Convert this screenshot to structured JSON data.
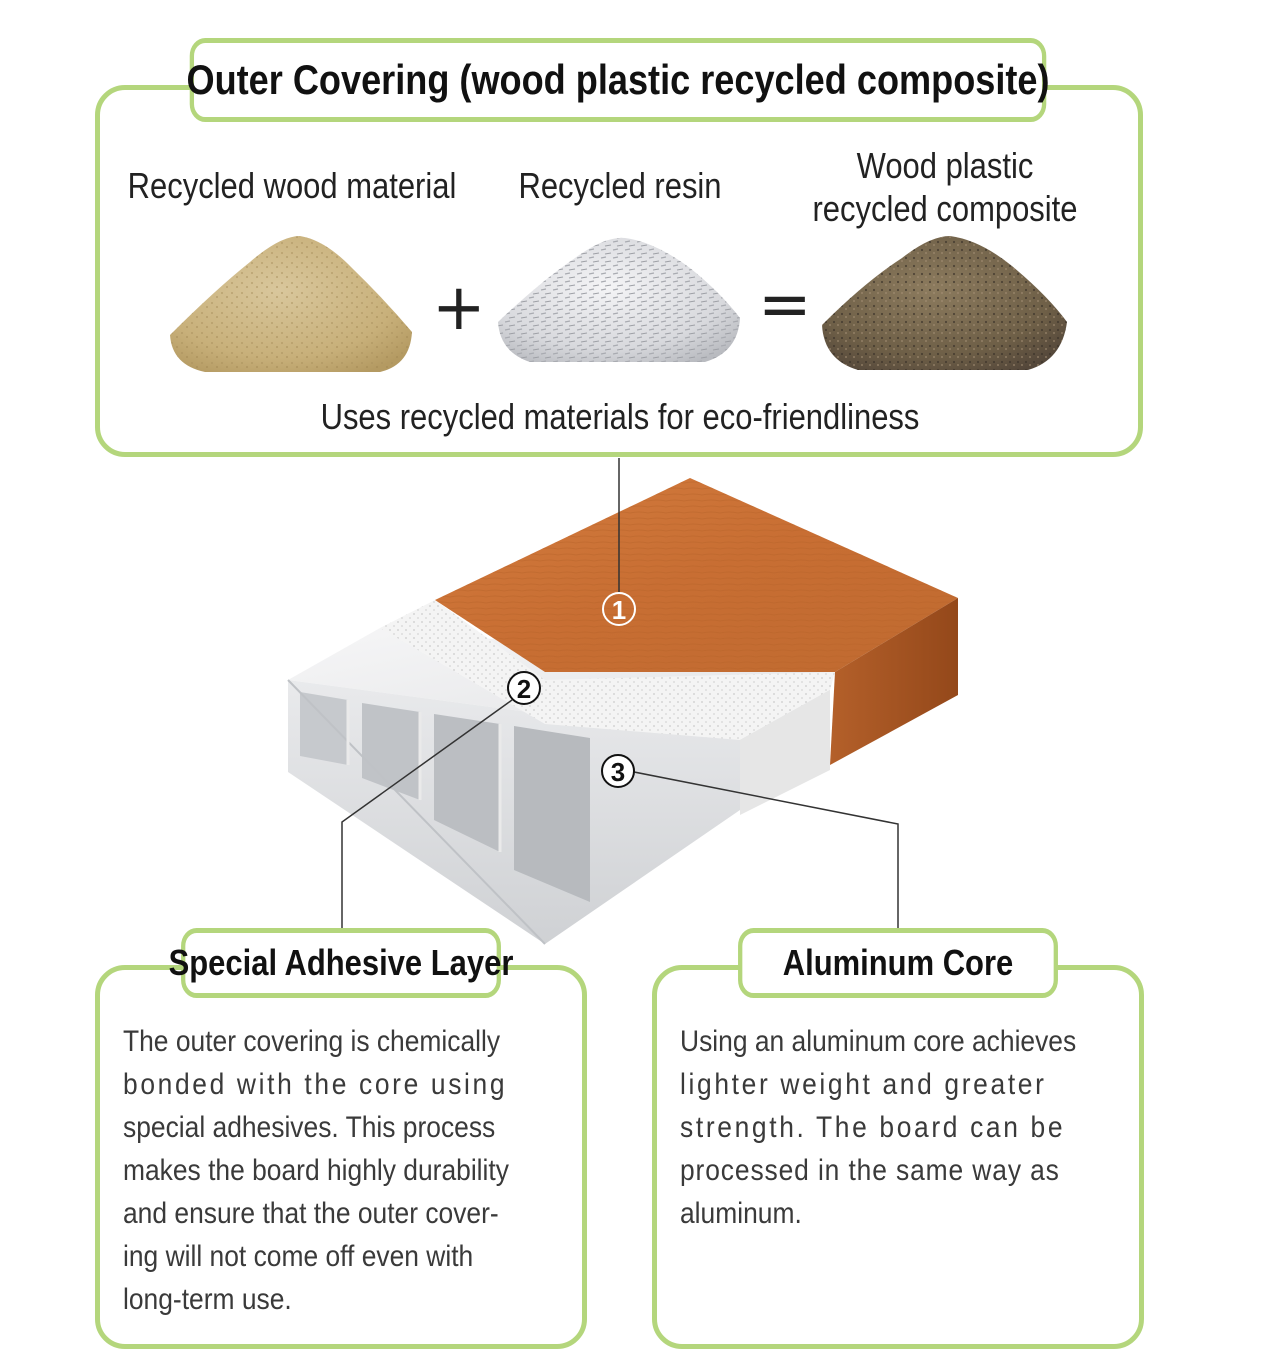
{
  "outer_covering": {
    "title": "Outer Covering (wood plastic recycled composite)",
    "ingredients": [
      {
        "label": "Recycled wood material",
        "icon": "wood-material-pile-icon"
      },
      {
        "label": "Recycled resin",
        "icon": "resin-pile-icon"
      },
      {
        "label_line1": "Wood plastic",
        "label_line2": "recycled composite",
        "icon": "composite-pile-icon"
      }
    ],
    "plus_symbol": "+",
    "equals_symbol": "=",
    "caption": "Uses recycled materials for eco-friendliness"
  },
  "markers": [
    "1",
    "2",
    "3"
  ],
  "adhesive_layer": {
    "title": "Special Adhesive Layer",
    "lines": [
      "The outer covering is chemically",
      "bonded with the core using",
      "special adhesives. This process",
      "makes the board highly durability",
      "and ensure that the outer cover-",
      "ing will not come off even with",
      "long-term use."
    ]
  },
  "aluminum_core": {
    "title": "Aluminum Core",
    "lines": [
      "Using an aluminum core achieves",
      "lighter weight and greater",
      "strength. The board can be",
      "processed in the same way as",
      "aluminum."
    ]
  },
  "colors": {
    "frame_green": "#b4d67c",
    "wood_surface": "#c9733a",
    "wood_edge": "#a8551f",
    "adhesive": "#eeeeee",
    "aluminum": "#e4e6e8"
  }
}
